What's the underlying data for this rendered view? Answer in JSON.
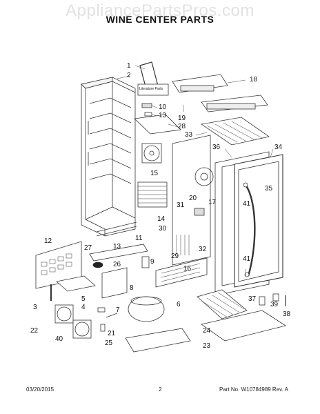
{
  "watermark": "AppliancePartsPros.com",
  "title": "WINE CENTER PARTS",
  "literature_label": "Literature Parts",
  "callouts": [
    "1",
    "2",
    "10",
    "13",
    "18",
    "19",
    "28",
    "33",
    "36",
    "34",
    "15",
    "20",
    "17",
    "35",
    "31",
    "41",
    "14",
    "30",
    "12",
    "11",
    "13",
    "27",
    "29",
    "32",
    "16",
    "9",
    "26",
    "8",
    "3",
    "5",
    "4",
    "7",
    "6",
    "37",
    "39",
    "38",
    "22",
    "40",
    "21",
    "24",
    "25",
    "23",
    "41"
  ],
  "footer": {
    "date": "03/20/2015",
    "page": "2",
    "part_no": "Part No. W10784989  Rev. A"
  }
}
